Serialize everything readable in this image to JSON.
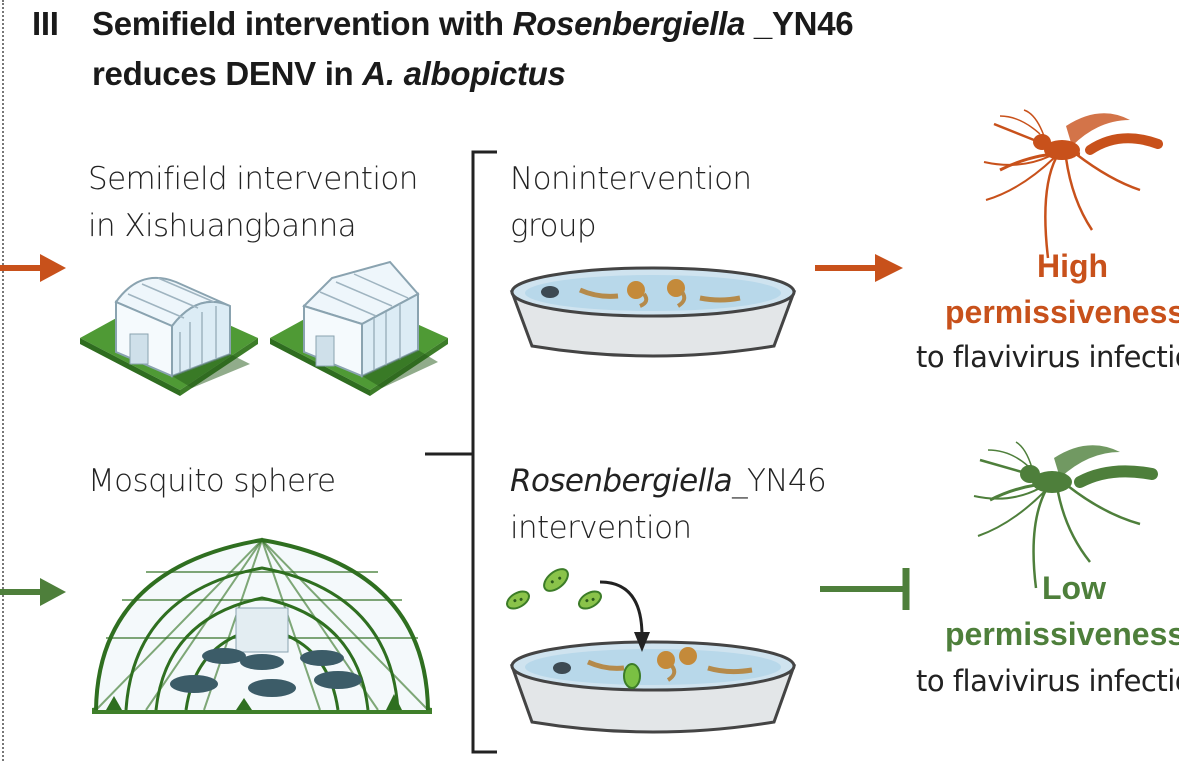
{
  "header": {
    "section_number": "III",
    "title_part1": "Semifield intervention with ",
    "title_italic1": "Rosenbergiella",
    "title_part2": " _YN46",
    "title_line2_part1": "reduces DENV in ",
    "title_line2_italic": "A. albopictus"
  },
  "left": {
    "semifield_line1": "Semifield intervention",
    "semifield_line2": "in Xishuangbanna",
    "sphere_label": "Mosquito sphere"
  },
  "middle": {
    "nonintervention_line1": "Nonintervention",
    "nonintervention_line2": "group",
    "intervention_italic": "Rosenbergiella",
    "intervention_suffix": "_YN46",
    "intervention_line2": "intervention"
  },
  "outcomes": {
    "high_word": "High",
    "high_line2": "permissiveness",
    "high_line3": "to flavivirus infection",
    "low_word": "Low",
    "low_line2": "permissiveness",
    "low_line3": "to flavivirus infection"
  },
  "colors": {
    "high_accent": "#c8511b",
    "low_accent": "#4e7f3b"
  },
  "icons": [
    "greenhouse-icon",
    "mosquito-sphere-icon",
    "larvae-dish-icon",
    "bacteria-icon",
    "mosquito-icon",
    "arrow-icon",
    "inhibition-icon"
  ]
}
